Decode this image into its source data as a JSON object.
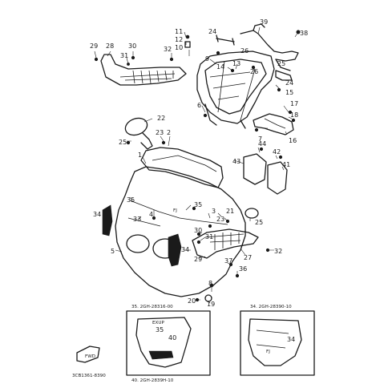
{
  "callouts": [
    {
      "id": "c39",
      "label": "39"
    },
    {
      "id": "c38",
      "label": "38"
    },
    {
      "id": "c11",
      "label": "11"
    },
    {
      "id": "c12",
      "label": "12"
    },
    {
      "id": "c10",
      "label": "10"
    },
    {
      "id": "c24a",
      "label": "24"
    },
    {
      "id": "c26a",
      "label": "26"
    },
    {
      "id": "c29a",
      "label": "29"
    },
    {
      "id": "c28",
      "label": "28"
    },
    {
      "id": "c30a",
      "label": "30"
    },
    {
      "id": "c31a",
      "label": "31"
    },
    {
      "id": "c32a",
      "label": "32"
    },
    {
      "id": "c9",
      "label": "9"
    },
    {
      "id": "c14",
      "label": "14"
    },
    {
      "id": "c13",
      "label": "13"
    },
    {
      "id": "c26b",
      "label": "26"
    },
    {
      "id": "c25a",
      "label": "25"
    },
    {
      "id": "c24b",
      "label": "24"
    },
    {
      "id": "c15",
      "label": "15"
    },
    {
      "id": "c17",
      "label": "17"
    },
    {
      "id": "c18",
      "label": "18"
    },
    {
      "id": "c6",
      "label": "6"
    },
    {
      "id": "c7",
      "label": "7"
    },
    {
      "id": "c16",
      "label": "16"
    },
    {
      "id": "c22",
      "label": "22"
    },
    {
      "id": "c25b",
      "label": "25"
    },
    {
      "id": "c23a",
      "label": "23"
    },
    {
      "id": "c2",
      "label": "2"
    },
    {
      "id": "c1",
      "label": "1"
    },
    {
      "id": "c44",
      "label": "44"
    },
    {
      "id": "c42",
      "label": "42"
    },
    {
      "id": "c43",
      "label": "43"
    },
    {
      "id": "c41",
      "label": "41"
    },
    {
      "id": "c35a",
      "label": "35"
    },
    {
      "id": "c35b",
      "label": "35"
    },
    {
      "id": "c3",
      "label": "3"
    },
    {
      "id": "c34a",
      "label": "34"
    },
    {
      "id": "c33",
      "label": "33"
    },
    {
      "id": "c4",
      "label": "4"
    },
    {
      "id": "c21",
      "label": "21"
    },
    {
      "id": "c23b",
      "label": "23"
    },
    {
      "id": "c25c",
      "label": "25"
    },
    {
      "id": "c30b",
      "label": "30"
    },
    {
      "id": "c31b",
      "label": "31"
    },
    {
      "id": "c5",
      "label": "5"
    },
    {
      "id": "c29b",
      "label": "29"
    },
    {
      "id": "c34b",
      "label": "34"
    },
    {
      "id": "c27",
      "label": "27"
    },
    {
      "id": "c32b",
      "label": "32"
    },
    {
      "id": "c37",
      "label": "37"
    },
    {
      "id": "c36",
      "label": "36"
    },
    {
      "id": "c8",
      "label": "8"
    },
    {
      "id": "c20",
      "label": "20"
    },
    {
      "id": "c19",
      "label": "19"
    },
    {
      "id": "c35c",
      "label": "35"
    },
    {
      "id": "c40",
      "label": "40"
    },
    {
      "id": "c34c",
      "label": "34"
    }
  ],
  "detail_boxes": {
    "left_top_caption": "35. 2GH-28316-00",
    "left_bottom_caption": "40. 2GH-2839H-10",
    "right_top_caption": "34. 2GH-28390-10"
  },
  "drawing_code": "3CB1361-8390",
  "front_badge": "FWD"
}
